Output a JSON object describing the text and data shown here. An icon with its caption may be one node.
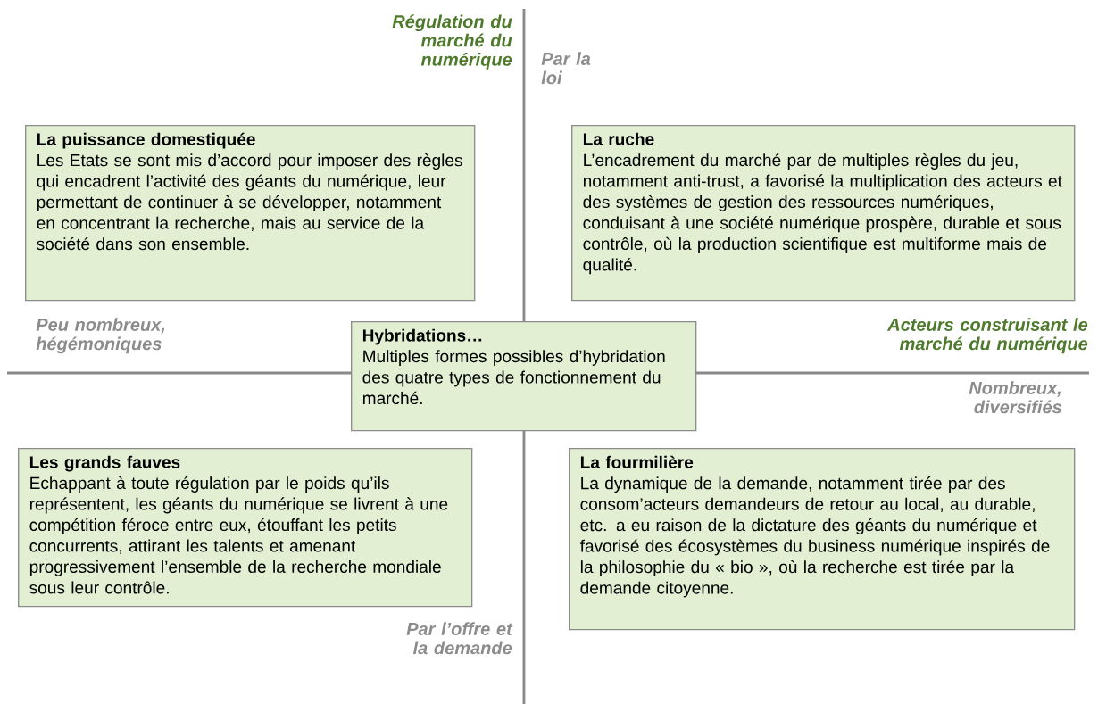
{
  "diagram": {
    "nodes": [
      {
        "text": [
          "La puissance domestiquée",
          "Les Etats se sont mis d’accord pour imposer des règles qui encadrent l’activité des géants du numérique, leur permettant de continuer à se développer, notamment en concentrant la recherche, mais au service de la société dans son ensemble."
        ]
      },
      {
        "text": [
          "La ruche",
          "L’encadrement du marché par de multiples règles du jeu, notamment anti-trust, a favorisé la multiplication des acteurs et des systèmes de gestion des ressources numériques, conduisant à une société numérique prospère, durable et sous contrôle, où la production scientifique est multiforme mais de qualité."
        ]
      },
      {
        "text": [
          "Hybridations…",
          "Multiples formes possibles d’hybridation des quatre types de fonctionnement du marché."
        ]
      },
      {
        "text": [
          "Les grands fauves",
          "Echappant à toute régulation par le poids qu’ils représentent, les géants du numérique se livrent à une compétition féroce entre eux, étouffant les petits concurrents, attirant les talents et amenant progressivement l’ensemble de la recherche mondiale sous leur contrôle."
        ]
      },
      {
        "text": [
          "La fourmilière",
          "La dynamique de la demande, notamment tirée par des consom’acteurs demandeurs de retour au local, au durable, etc. a eu raison de la dictature des géants du numérique et favorisé des écosystèmes du business numérique inspirés de la philosophie du « bio », où la recherche est tirée par la demande citoyenne."
        ]
      }
    ],
    "labels": [
      "Régulation du marché du numérique",
      "Par la loi",
      "Peu nombreux, hégémoniques",
      "Acteurs construisant le marché du numérique",
      "Nombreux, diversifiés",
      "Par l’offre et la demande"
    ]
  }
}
